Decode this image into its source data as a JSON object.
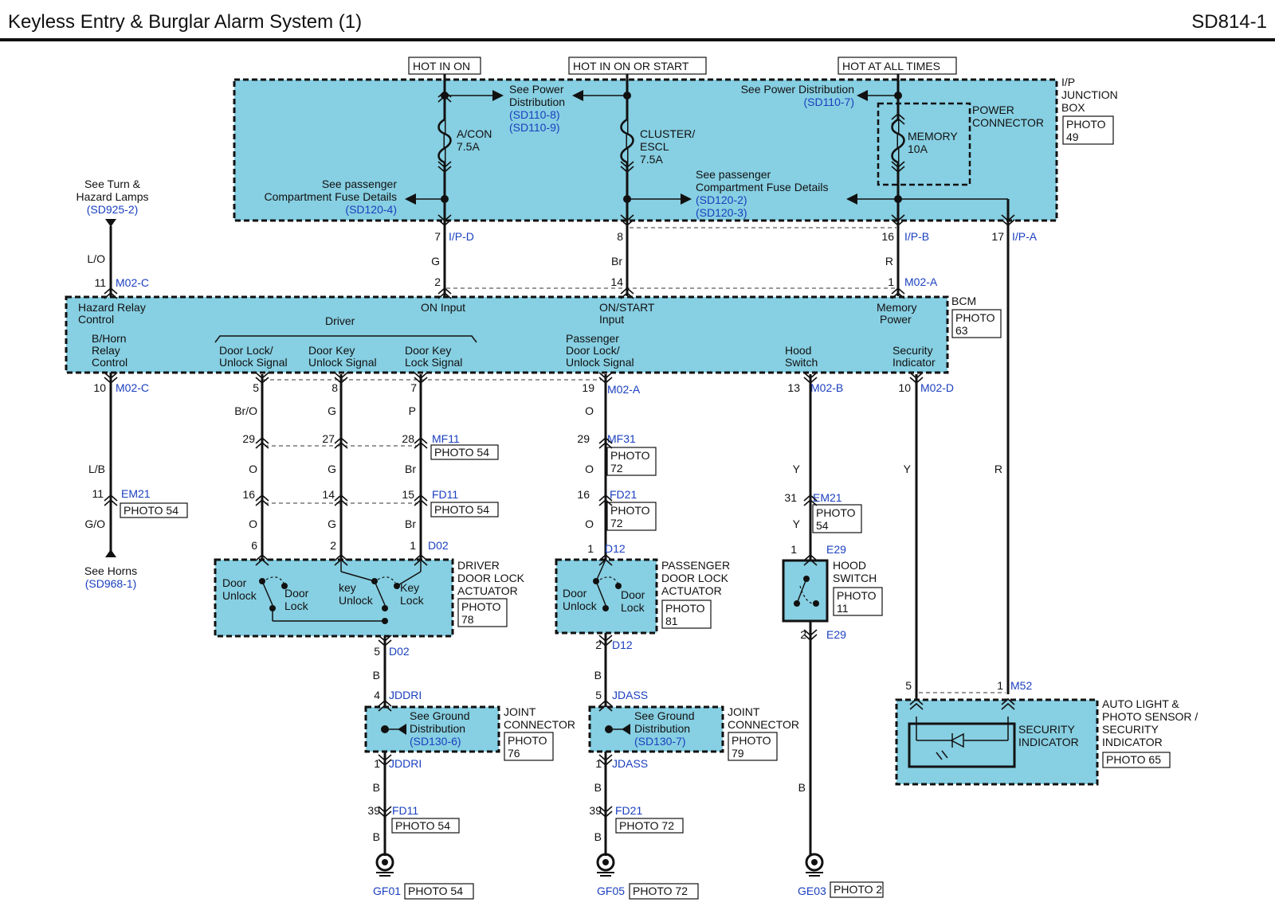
{
  "header": {
    "title": "Keyless Entry & Burglar Alarm System (1)",
    "code": "SD814-1"
  },
  "power": {
    "hot_in_on": "HOT IN ON",
    "hot_on_start": "HOT IN ON OR START",
    "hot_all": "HOT AT ALL TIMES"
  },
  "junction": {
    "name_l1": "I/P",
    "name_l2": "JUNCTION",
    "name_l3": "BOX",
    "photo": "PHOTO",
    "photo_num": "49",
    "see_pd_l1": "See Power",
    "see_pd_l2": "Distribution",
    "see_pd_ref1": "(SD110-8)",
    "see_pd_ref2": "(SD110-9)",
    "see_pd7": "See Power Distribution",
    "see_pd7_ref": "(SD110-7)",
    "fuse_acon": "A/CON",
    "fuse_acon_a": "7.5A",
    "fuse_cluster": "CLUSTER/",
    "fuse_cluster2": "ESCL",
    "fuse_cluster_a": "7.5A",
    "fuse_memory": "MEMORY",
    "fuse_memory_a": "10A",
    "power_conn_l1": "POWER",
    "power_conn_l2": "CONNECTOR",
    "pc_left_l1": "See passenger",
    "pc_left_l2": "Compartment Fuse Details",
    "pc_left_ref": "(SD120-4)",
    "pc_right_l1": "See passenger",
    "pc_right_l2": "Compartment Fuse Details",
    "pc_right_ref1": "(SD120-2)",
    "pc_right_ref2": "(SD120-3)",
    "pin7": "7",
    "conn_ipd": "I/P-D",
    "pin8": "8",
    "pin16": "16",
    "conn_ipb": "I/P-B",
    "pin17": "17",
    "conn_ipa": "I/P-A"
  },
  "wires": {
    "g": "G",
    "br": "Br",
    "r": "R",
    "lo": "L/O",
    "lb": "L/B",
    "go": "G/O",
    "bro": "Br/O",
    "p": "P",
    "o": "O",
    "y": "Y",
    "b": "B"
  },
  "bcm": {
    "name": "BCM",
    "photo": "PHOTO",
    "photo_num": "63",
    "hazard_l1": "Hazard Relay",
    "hazard_l2": "Control",
    "on_input": "ON Input",
    "onstart_l1": "ON/START",
    "onstart_l2": "Input",
    "memory_l1": "Memory",
    "memory_l2": "Power",
    "horn_l1": "B/Horn",
    "horn_l2": "Relay",
    "horn_l3": "Control",
    "driver": "Driver",
    "dl_l1": "Door Lock/",
    "dl_l2": "Unlock Signal",
    "dku_l1": "Door Key",
    "dku_l2": "Unlock Signal",
    "dkl_l1": "Door Key",
    "dkl_l2": "Lock Signal",
    "pass_l1": "Passenger",
    "pass_l2": "Door Lock/",
    "pass_l3": "Unlock Signal",
    "hood_l1": "Hood",
    "hood_l2": "Switch",
    "sec_l1": "Security",
    "sec_l2": "Indicator",
    "pin11": "11",
    "conn_m02c": "M02-C",
    "pin2": "2",
    "pin14": "14",
    "pin1": "1",
    "conn_m02a": "M02-A",
    "pin10": "10",
    "pin5": "5",
    "pin8": "8",
    "pin7": "7",
    "pin19": "19",
    "pin13": "13",
    "conn_m02b": "M02-B",
    "conn_m02d": "M02-D"
  },
  "turn": {
    "l1": "See Turn &",
    "l2": "Hazard Lamps",
    "ref": "(SD925-2)"
  },
  "horn": {
    "l1": "See Horns",
    "ref": "(SD968-1)",
    "pin": "11",
    "conn": "EM21",
    "photo": "PHOTO 54"
  },
  "conns": {
    "p29": "29",
    "p27": "27",
    "p28": "28",
    "mf11": "MF11",
    "mf11_photo": "PHOTO 54",
    "p16": "16",
    "p14": "14",
    "p15": "15",
    "fd11": "FD11",
    "fd11_photo": "PHOTO 54",
    "p6": "6",
    "p2": "2",
    "p1": "1",
    "d02": "D02",
    "pp29": "29",
    "mf31": "MF31",
    "mf31_photo": "PHOTO",
    "mf31_num": "72",
    "pp16": "16",
    "fd21": "FD21",
    "fd21_photo": "PHOTO",
    "fd21_num": "72",
    "pp1": "1",
    "d12": "D12",
    "h31": "31",
    "em21": "EM21",
    "em21_photo": "PHOTO",
    "em21_num": "54",
    "h1": "1",
    "e29": "E29",
    "h2": "2"
  },
  "driver_act": {
    "l1": "DRIVER",
    "l2": "DOOR LOCK",
    "l3": "ACTUATOR",
    "photo": "PHOTO",
    "num": "78",
    "door": "Door",
    "unlock": "Unlock",
    "lock": "Lock",
    "key": "key",
    "key2": "Key",
    "pin5": "5",
    "d02": "D02",
    "pin4": "4",
    "jddri": "JDDRI",
    "pin1": "1",
    "pin39": "39",
    "fd11": "FD11",
    "fd11_photo": "PHOTO 54",
    "gf": "GF01",
    "gf_photo": "PHOTO 54"
  },
  "pass_act": {
    "l1": "PASSENGER",
    "l2": "DOOR LOCK",
    "l3": "ACTUATOR",
    "photo": "PHOTO",
    "num": "81",
    "door": "Door",
    "unlock": "Unlock",
    "lock": "Lock",
    "pin2": "2",
    "d12": "D12",
    "pin5": "5",
    "jdass": "JDASS",
    "pin1": "1",
    "pin39": "39",
    "fd21": "FD21",
    "fd21_photo": "PHOTO 72",
    "gf": "GF05",
    "gf_photo": "PHOTO 72"
  },
  "joint_l": {
    "l1": "See Ground",
    "l2": "Distribution",
    "ref": "(SD130-6)",
    "jc1": "JOINT",
    "jc2": "CONNECTOR",
    "photo": "PHOTO",
    "num": "76"
  },
  "joint_r": {
    "l1": "See Ground",
    "l2": "Distribution",
    "ref": "(SD130-7)",
    "jc1": "JOINT",
    "jc2": "CONNECTOR",
    "photo": "PHOTO",
    "num": "79"
  },
  "hood": {
    "l1": "HOOD",
    "l2": "SWITCH",
    "photo": "PHOTO",
    "num": "11",
    "gnd": "GE03",
    "gnd_photo": "PHOTO 2"
  },
  "auto": {
    "l1": "AUTO LIGHT &",
    "l2": "PHOTO SENSOR /",
    "l3": "SECURITY",
    "l4": "INDICATOR",
    "photo": "PHOTO 65",
    "sec1": "SECURITY",
    "sec2": "INDICATOR",
    "pin5": "5",
    "pin1": "1",
    "m52": "M52"
  }
}
